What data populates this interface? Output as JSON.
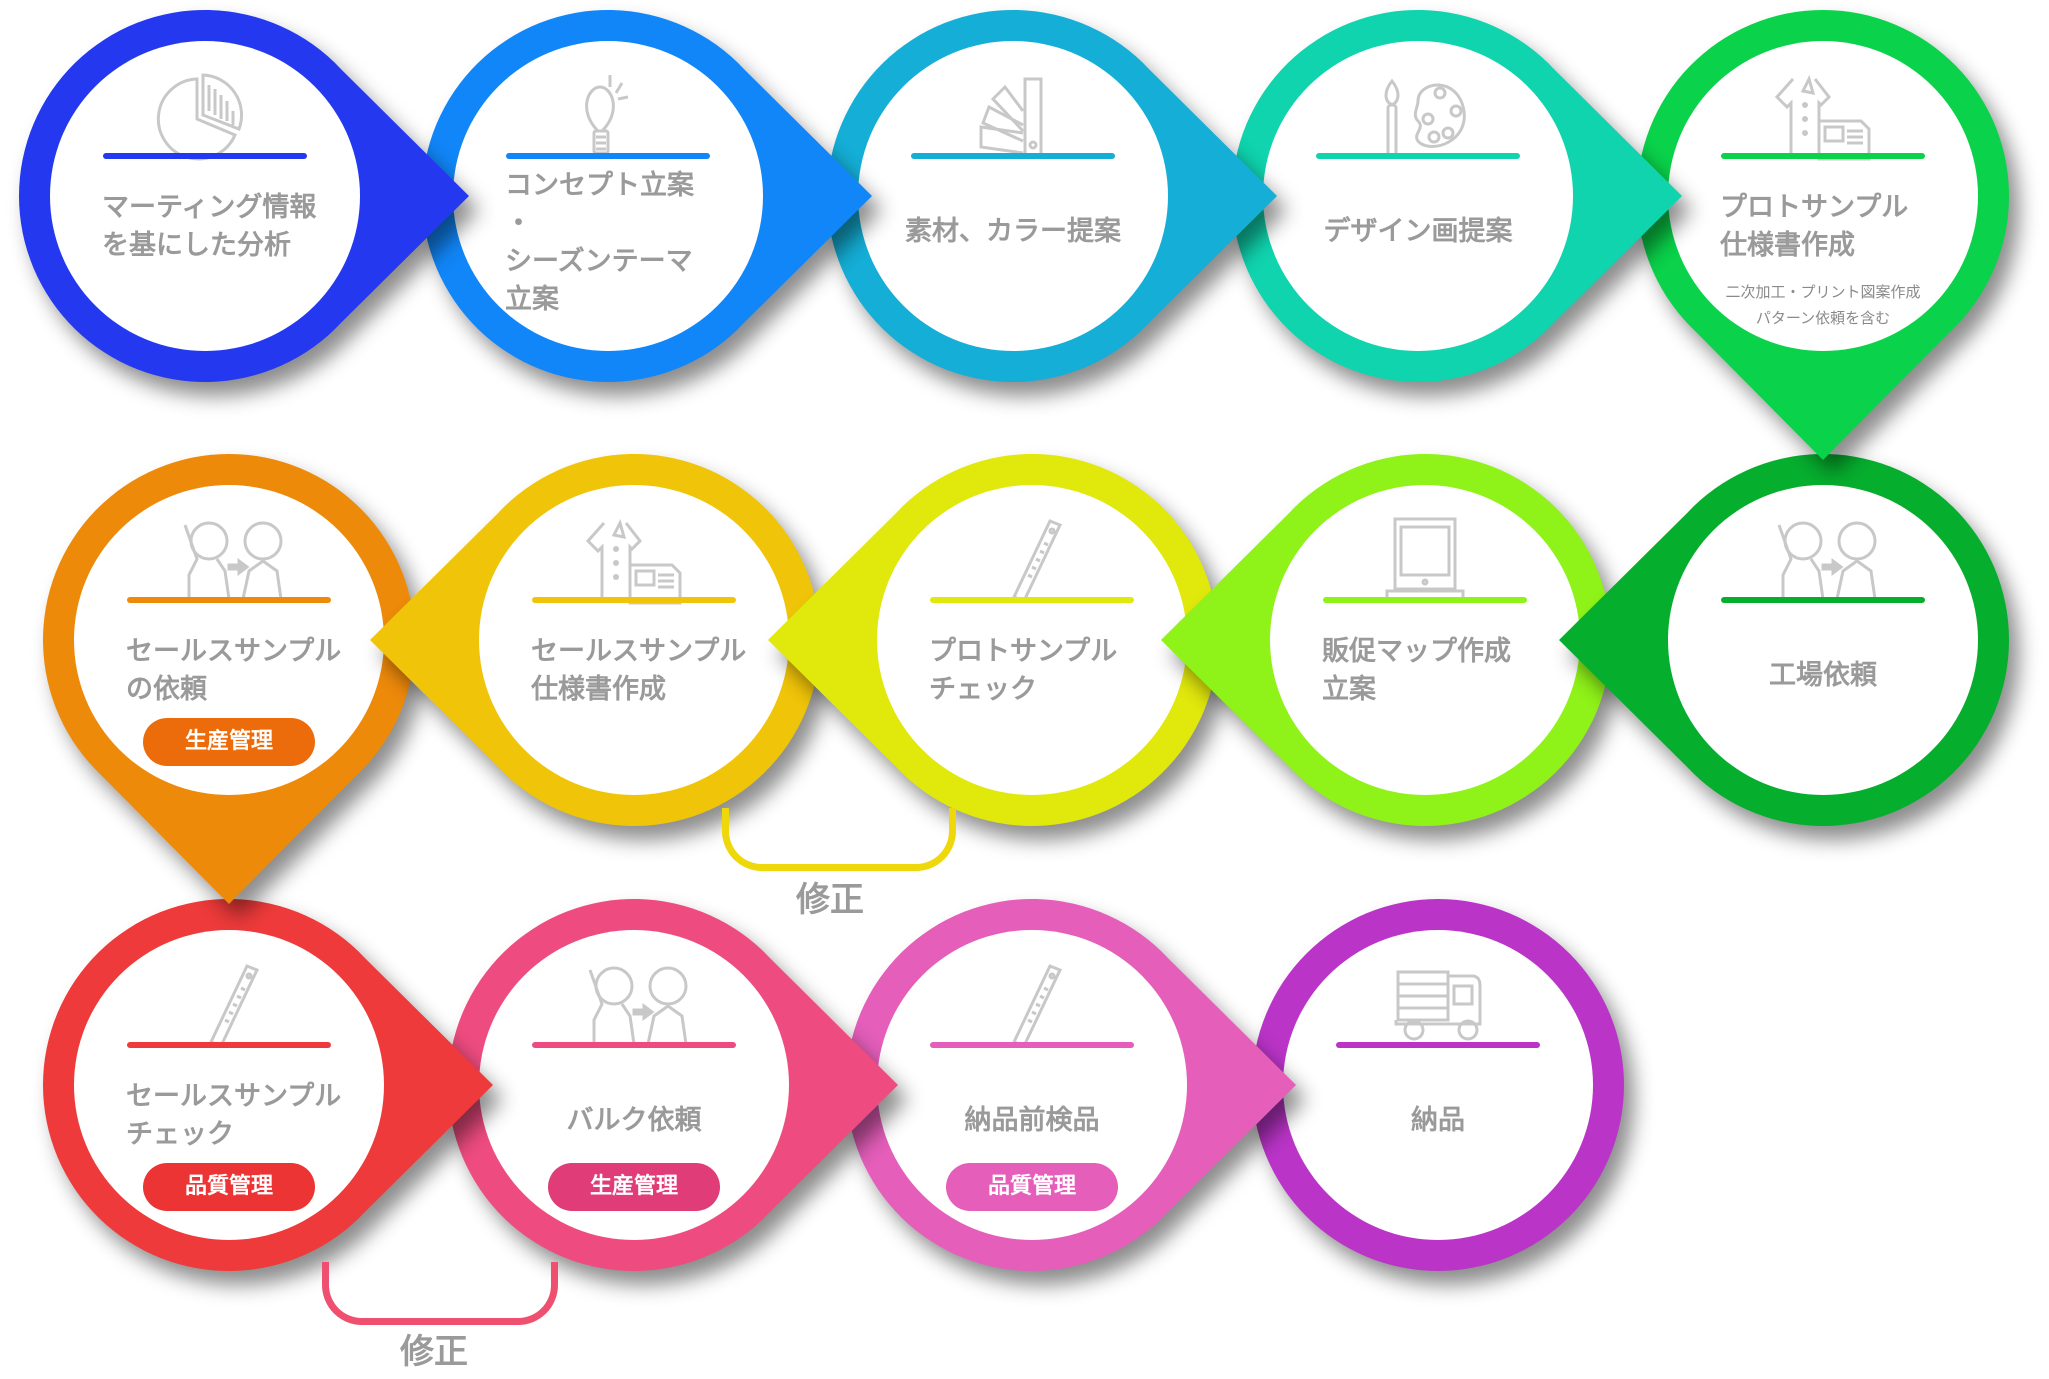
{
  "diagram": {
    "title": "",
    "steps": [
      {
        "id": 1,
        "title": "マーティング情報\nを基にした分析",
        "icon": "pie-chart-icon",
        "color": "#2438F0",
        "arrow": "right"
      },
      {
        "id": 2,
        "title": "コンセプト立案\n・\nシーズンテーマ\n立案",
        "icon": "lightbulb-icon",
        "color": "#1186F8",
        "arrow": "right"
      },
      {
        "id": 3,
        "title": "素材、カラー提案",
        "icon": "color-swatch-icon",
        "color": "#14AED6",
        "arrow": "right"
      },
      {
        "id": 4,
        "title": "デザイン画提案",
        "icon": "paint-palette-icon",
        "color": "#0FD4AE",
        "arrow": "right"
      },
      {
        "id": 5,
        "title": "プロトサンプル\n仕様書作成",
        "subtitle": "二次加工・プリント図案作成\nパターン依頼を含む",
        "icon": "shirt-spec-icon",
        "color": "#0AD24A",
        "arrow": "down"
      },
      {
        "id": 6,
        "title": "工場依頼",
        "icon": "handover-people-icon",
        "color": "#06AE2E",
        "arrow": "left"
      },
      {
        "id": 7,
        "title": "販促マップ作成\n立案",
        "icon": "laptop-icon",
        "color": "#8FF218",
        "arrow": "left"
      },
      {
        "id": 8,
        "title": "プロトサンプル\nチェック",
        "icon": "ruler-icon",
        "color": "#E0E80C",
        "arrow": "left"
      },
      {
        "id": 9,
        "title": "セールスサンプル\n仕様書作成",
        "icon": "shirt-spec-icon",
        "color": "#F0C408",
        "arrow": "left"
      },
      {
        "id": 10,
        "title": "セールスサンプル\nの依頼",
        "icon": "handover-people-icon",
        "color": "#EE8A0A",
        "badge": "生産管理",
        "badge_color": "#EC6C0C",
        "arrow": "down"
      },
      {
        "id": 11,
        "title": "セールスサンプル\nチェック",
        "icon": "ruler-icon",
        "color": "#EE3A3A",
        "badge": "品質管理",
        "badge_color": "#EC3434",
        "arrow": "right"
      },
      {
        "id": 12,
        "title": "バルク依頼",
        "icon": "handover-people-icon",
        "color": "#EE4C80",
        "badge": "生産管理",
        "badge_color": "#E03C78",
        "arrow": "right"
      },
      {
        "id": 13,
        "title": "納品前検品",
        "icon": "ruler-icon",
        "color": "#E45EBA",
        "badge": "品質管理",
        "badge_color": "#E45EBA",
        "arrow": "right"
      },
      {
        "id": 14,
        "title": "納品",
        "icon": "delivery-truck-icon",
        "color": "#BA34C8",
        "arrow": "none"
      }
    ],
    "feedback_loops": [
      {
        "label": "修正",
        "from": 8,
        "to": 9,
        "color": "#EED80C"
      },
      {
        "label": "修正",
        "from": 12,
        "to": 11,
        "color": "#F05070"
      }
    ]
  }
}
